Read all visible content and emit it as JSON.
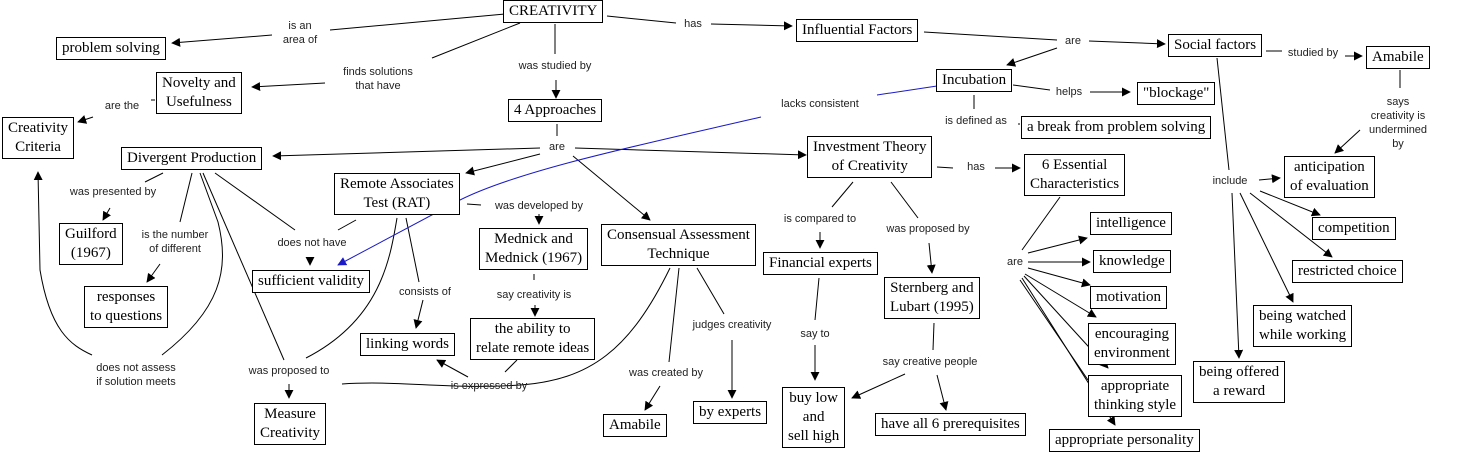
{
  "title": "Creativity concept map",
  "colors": {
    "line": "#000000",
    "highlight_line": "#1a1ac8",
    "box_border": "#000000",
    "background": "#ffffff"
  },
  "concepts": {
    "creativity": "CREATIVITY",
    "problem_solving": "problem solving",
    "novelty_usefulness": "Novelty and\nUsefulness",
    "creativity_criteria": "Creativity\nCriteria",
    "influential_factors": "Influential Factors",
    "social_factors": "Social factors",
    "amabile_top": "Amabile",
    "incubation": "Incubation",
    "blockage": "\"blockage\"",
    "break": "a break from problem solving",
    "four_approaches": "4 Approaches",
    "divergent_production": "Divergent Production",
    "rat": "Remote Associates\nTest  (RAT)",
    "investment_theory": "Investment Theory\nof Creativity",
    "six_characteristics": "6 Essential\nCharacteristics",
    "guilford": "Guilford\n(1967)",
    "responses": "responses\nto questions",
    "sufficient_validity": "sufficient validity",
    "mednick": "Mednick and\nMednick (1967)",
    "cat": "Consensual Assessment\nTechnique",
    "financial_experts": "Financial experts",
    "linking_words": "linking words",
    "remote_ideas": "the ability to\nrelate remote ideas",
    "sternberg": "Sternberg and\nLubart (1995)",
    "measure_creativity": "Measure\nCreativity",
    "amabile_bottom": "Amabile",
    "by_experts": "by experts",
    "buy_low": "buy low\nand\nsell high",
    "all_prerequisites": "have all 6 prerequisites",
    "intelligence": "intelligence",
    "knowledge": "knowledge",
    "motivation": "motivation",
    "encouraging_env": "encouraging\nenvironment",
    "thinking_style": "appropriate\nthinking style",
    "personality": "appropriate personality",
    "anticipation": "anticipation\nof evaluation",
    "competition": "competition",
    "restricted_choice": "restricted choice",
    "being_watched": "being watched\nwhile working",
    "offered_reward": "being offered\na reward"
  },
  "linking_phrases": {
    "is_an_area_of": "is an\narea of",
    "finds_solutions": "finds solutions\nthat have",
    "are_the": "are the",
    "was_studied_by": "was studied by",
    "has_top": "has",
    "are_factors": "are",
    "studied_by": "studied by",
    "helps": "helps",
    "is_defined_as": "is defined as",
    "lacks_consistent": "lacks consistent",
    "says_undermined": "says creativity is\nundermined by",
    "are_approaches": "are",
    "has_investment": "has",
    "include": "include",
    "was_presented_by": "was presented by",
    "is_the_number": "is the number\nof different",
    "does_not_have": "does not have",
    "was_developed_by": "was developed by",
    "is_compared_to": "is compared to",
    "was_proposed_by": "was proposed by",
    "are_characteristics": "are",
    "consists_of": "consists of",
    "say_creativity_is": "say creativity is",
    "judges_creativity": "judges creativity",
    "say_to": "say to",
    "say_creative_people": "say creative people",
    "does_not_assess": "does not assess\nif solution meets",
    "was_proposed_to": "was proposed to",
    "is_expressed_by": "is expressed by",
    "was_created_by": "was created by"
  }
}
